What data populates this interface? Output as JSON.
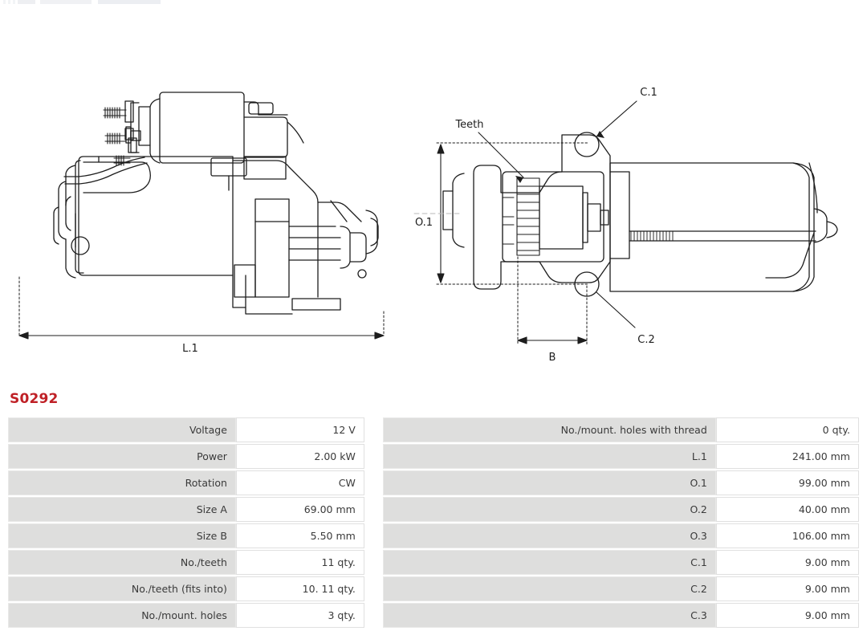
{
  "part_number": "S0292",
  "drawings": {
    "left": {
      "name": "starter-side-view",
      "dimension_labels": [
        "L.1"
      ]
    },
    "right": {
      "name": "starter-front-view",
      "annotation_labels": [
        "Teeth",
        "C.1",
        "C.2",
        "O.1",
        "B"
      ]
    }
  },
  "spec_table": {
    "rows": [
      {
        "label_left": "Voltage",
        "value_left": "12 V",
        "label_right": "No./mount. holes with thread",
        "value_right": "0 qty."
      },
      {
        "label_left": "Power",
        "value_left": "2.00 kW",
        "label_right": "L.1",
        "value_right": "241.00 mm"
      },
      {
        "label_left": "Rotation",
        "value_left": "CW",
        "label_right": "O.1",
        "value_right": "99.00 mm"
      },
      {
        "label_left": "Size A",
        "value_left": "69.00 mm",
        "label_right": "O.2",
        "value_right": "40.00 mm"
      },
      {
        "label_left": "Size B",
        "value_left": "5.50 mm",
        "label_right": "O.3",
        "value_right": "106.00 mm"
      },
      {
        "label_left": "No./teeth",
        "value_left": "11 qty.",
        "label_right": "C.1",
        "value_right": "9.00 mm"
      },
      {
        "label_left": "No./teeth (fits into)",
        "value_left": "10. 11 qty.",
        "label_right": "C.2",
        "value_right": "9.00 mm"
      },
      {
        "label_left": "No./mount. holes",
        "value_left": "3 qty.",
        "label_right": "C.3",
        "value_right": "9.00 mm"
      }
    ]
  },
  "colors": {
    "part_number": "#bf2026",
    "label_cell_bg": "#dededd",
    "value_cell_bg": "#ffffff",
    "drawing_stroke": "#1d1d1d"
  }
}
